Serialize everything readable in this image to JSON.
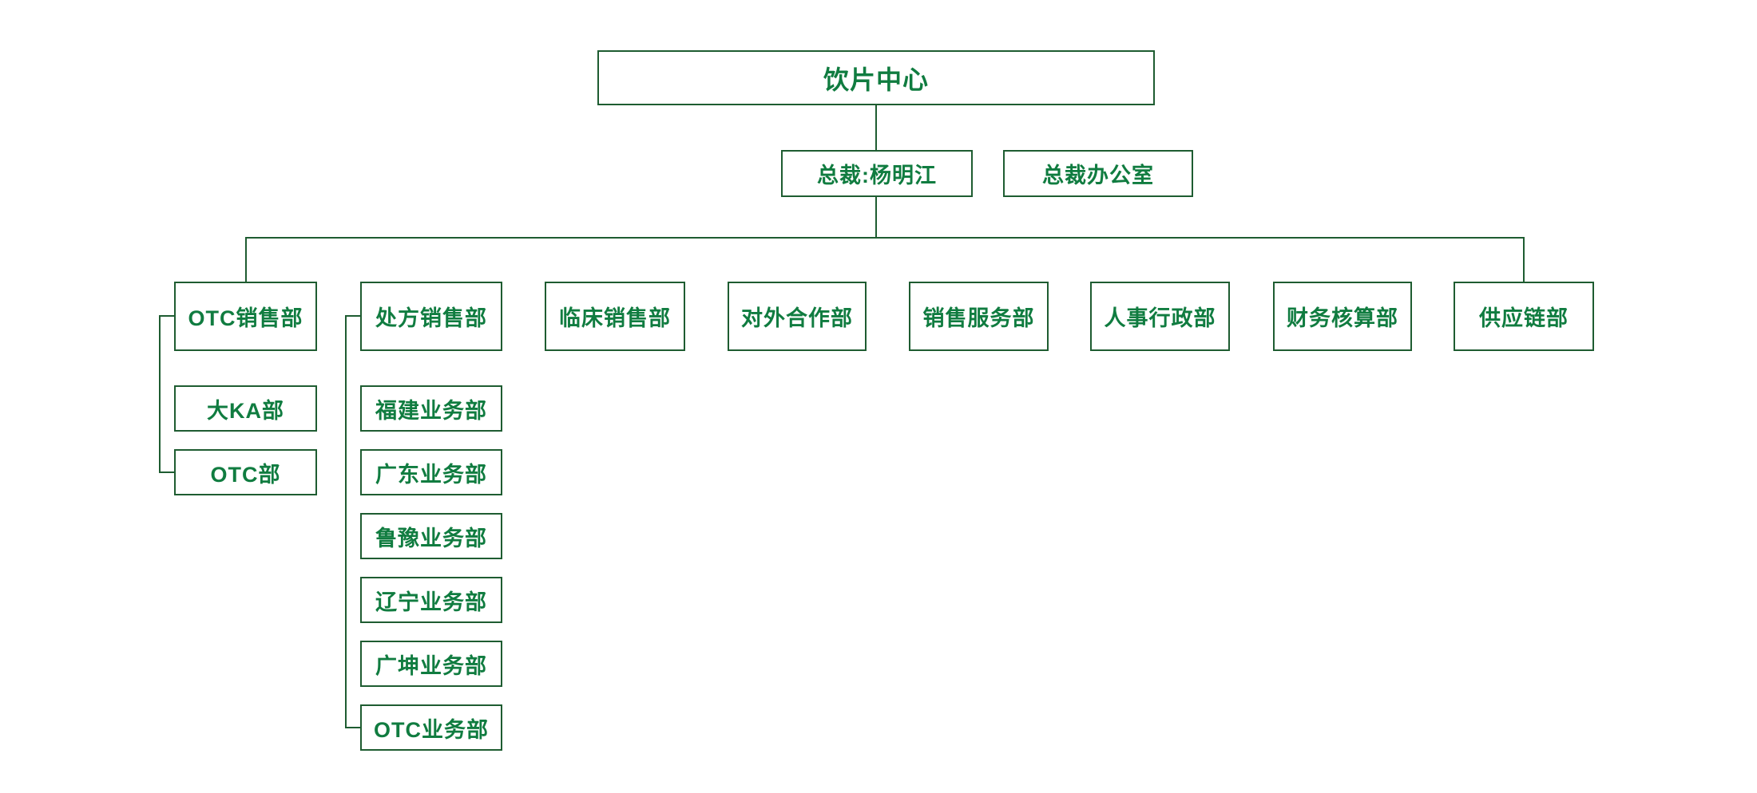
{
  "colors": {
    "line": "#1e5c31",
    "text": "#107c40",
    "background": "#ffffff"
  },
  "org": {
    "root": {
      "label": "饮片中心"
    },
    "president": {
      "label": "总裁:杨明江"
    },
    "president_office": {
      "label": "总裁办公室"
    },
    "departments": [
      {
        "label": "OTC销售部",
        "children": [
          {
            "label": "大KA部"
          },
          {
            "label": "OTC部"
          }
        ]
      },
      {
        "label": "处方销售部",
        "children": [
          {
            "label": "福建业务部"
          },
          {
            "label": "广东业务部"
          },
          {
            "label": "鲁豫业务部"
          },
          {
            "label": "辽宁业务部"
          },
          {
            "label": "广坤业务部"
          },
          {
            "label": "OTC业务部"
          }
        ]
      },
      {
        "label": "临床销售部",
        "children": []
      },
      {
        "label": "对外合作部",
        "children": []
      },
      {
        "label": "销售服务部",
        "children": []
      },
      {
        "label": "人事行政部",
        "children": []
      },
      {
        "label": "财务核算部",
        "children": []
      },
      {
        "label": "供应链部",
        "children": []
      }
    ]
  }
}
